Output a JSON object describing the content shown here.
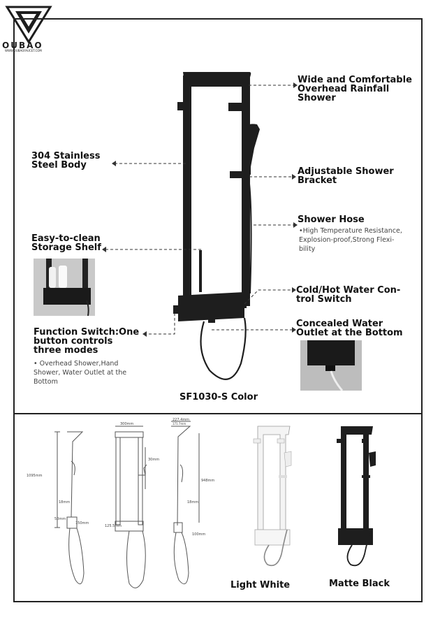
{
  "brand": {
    "name": "OUBAO",
    "url": "WWW.OUBAOFAUCET.COM"
  },
  "features": {
    "rainfall": "Wide and Comfortable\nOverhead Rainfall\nShower",
    "body": "304 Stainless\nSteel Body",
    "bracket": "Adjustable Shower\nBracket",
    "hose": "Shower Hose",
    "hose_detail": "•High Temperature Resistance,\nExplosion-proof,Strong Flexi-\nbility",
    "shelf": "Easy-to-clean\nStorage Shelf",
    "switch": "Cold/Hot Water Con-\ntrol Switch",
    "outlet": "Concealed Water\nOutlet at the Bottom",
    "function": "Function Switch:One\nbutton controls\nthree modes",
    "function_detail": "• Overhead Shower,Hand\nShower, Water Outlet at the\nBottom"
  },
  "model_caption": "SF1030-S Color",
  "dimensions": {
    "height": "1095mm",
    "width": "300mm",
    "depth": "227.4mm",
    "depth_small": "171.7mm",
    "d30": "30mm",
    "d948": "948mm",
    "d18a": "18mm",
    "d18b": "18mm",
    "d50": "50mm",
    "d100": "100mm",
    "d125": "125.5mm",
    "d150": "150mm"
  },
  "colors": {
    "white_label": "Light White",
    "black_label": "Matte Black",
    "matte_black": "#1e1e1e",
    "light_white": "#f4f4f4"
  }
}
